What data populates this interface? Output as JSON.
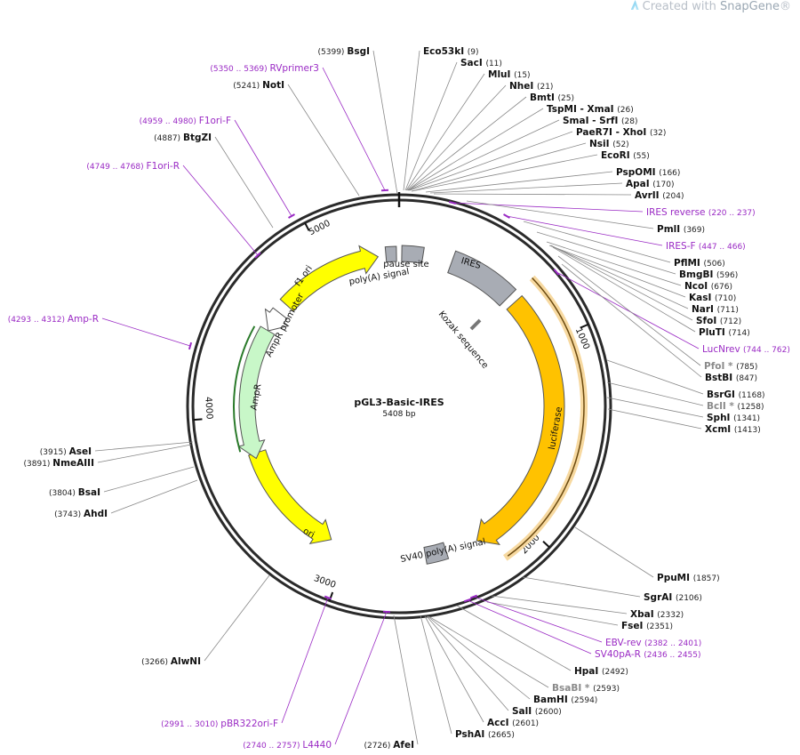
{
  "watermark": {
    "prefix": "Created with ",
    "brand": "SnapGene",
    "reg": "®"
  },
  "plasmid": {
    "name": "pGL3-Basic-IRES",
    "size_label": "5408 bp",
    "length": 5408
  },
  "ticks": [
    "1000",
    "2000",
    "3000",
    "4000",
    "5000"
  ],
  "colors": {
    "yellow": "#ffff00",
    "orange": "#ffc200",
    "gray": "#a8acb4",
    "ampr": "#c8f7c8",
    "white": "#ffffff",
    "primer": "#9a2ac4",
    "site": "#111111",
    "ring": "#2a2a2a"
  },
  "features": [
    {
      "label": "IRES",
      "color": "gray"
    },
    {
      "label": "luciferase",
      "color": "orange"
    },
    {
      "label": "SV40 poly(A) signal",
      "color": "gray"
    },
    {
      "label": "ori",
      "color": "yellow"
    },
    {
      "label": "AmpR",
      "color": "ampr"
    },
    {
      "label": "AmpR promoter",
      "color": "white"
    },
    {
      "label": "f1 ori",
      "color": "yellow"
    },
    {
      "label": "poly(A) signal",
      "color": "gray"
    },
    {
      "label": "pause site",
      "color": "gray"
    },
    {
      "label": "Kozak sequence",
      "color": "white"
    }
  ],
  "labels": [
    {
      "n": "BsgI",
      "p": "(5399)",
      "type": "site"
    },
    {
      "n": "RVprimer3",
      "p": "(5350 .. 5369)",
      "type": "primer"
    },
    {
      "n": "NotI",
      "p": "(5241)",
      "type": "site"
    },
    {
      "n": "F1ori-F",
      "p": "(4959 .. 4980)",
      "type": "primer"
    },
    {
      "n": "BtgZI",
      "p": "(4887)",
      "type": "site"
    },
    {
      "n": "F1ori-R",
      "p": "(4749 .. 4768)",
      "type": "primer"
    },
    {
      "n": "Amp-R",
      "p": "(4293 .. 4312)",
      "type": "primer"
    },
    {
      "n": "AseI",
      "p": "(3915)",
      "type": "site"
    },
    {
      "n": "NmeAIII",
      "p": "(3891)",
      "type": "site"
    },
    {
      "n": "BsaI",
      "p": "(3804)",
      "type": "site"
    },
    {
      "n": "AhdI",
      "p": "(3743)",
      "type": "site"
    },
    {
      "n": "AlwNI",
      "p": "(3266)",
      "type": "site"
    },
    {
      "n": "pBR322ori-F",
      "p": "(2991 .. 3010)",
      "type": "primer"
    },
    {
      "n": "L4440",
      "p": "(2740 .. 2757)",
      "type": "primer"
    },
    {
      "n": "AfeI",
      "p": "(2726)",
      "type": "site"
    },
    {
      "n": "Eco53kI",
      "p": "(9)",
      "type": "site"
    },
    {
      "n": "SacI",
      "p": "(11)",
      "type": "site"
    },
    {
      "n": "MluI",
      "p": "(15)",
      "type": "site"
    },
    {
      "n": "NheI",
      "p": "(21)",
      "type": "site"
    },
    {
      "n": "BmtI",
      "p": "(25)",
      "type": "site"
    },
    {
      "n": "TspMI - XmaI",
      "p": "(26)",
      "type": "site"
    },
    {
      "n": "SmaI - SrfI",
      "p": "(28)",
      "type": "site"
    },
    {
      "n": "PaeR7I - XhoI",
      "p": "(32)",
      "type": "site"
    },
    {
      "n": "NsiI",
      "p": "(52)",
      "type": "site"
    },
    {
      "n": "EcoRI",
      "p": "(55)",
      "type": "site"
    },
    {
      "n": "PspOMI",
      "p": "(166)",
      "type": "site"
    },
    {
      "n": "ApaI",
      "p": "(170)",
      "type": "site"
    },
    {
      "n": "AvrII",
      "p": "(204)",
      "type": "site"
    },
    {
      "n": "IRES reverse",
      "p": "(220 .. 237)",
      "type": "primer"
    },
    {
      "n": "PmlI",
      "p": "(369)",
      "type": "site"
    },
    {
      "n": "IRES-F",
      "p": "(447 .. 466)",
      "type": "primer"
    },
    {
      "n": "PflMI",
      "p": "(506)",
      "type": "site"
    },
    {
      "n": "BmgBI",
      "p": "(596)",
      "type": "site"
    },
    {
      "n": "NcoI",
      "p": "(676)",
      "type": "site"
    },
    {
      "n": "KasI",
      "p": "(710)",
      "type": "site"
    },
    {
      "n": "NarI",
      "p": "(711)",
      "type": "site"
    },
    {
      "n": "SfoI",
      "p": "(712)",
      "type": "site"
    },
    {
      "n": "PluTI",
      "p": "(714)",
      "type": "site"
    },
    {
      "n": "LucNrev",
      "p": "(744 .. 762)",
      "type": "primer"
    },
    {
      "n": "PfoI *",
      "p": "(785)",
      "type": "gray"
    },
    {
      "n": "BstBI",
      "p": "(847)",
      "type": "site"
    },
    {
      "n": "BsrGI",
      "p": "(1168)",
      "type": "site"
    },
    {
      "n": "BclI *",
      "p": "(1258)",
      "type": "gray"
    },
    {
      "n": "SphI",
      "p": "(1341)",
      "type": "site"
    },
    {
      "n": "XcmI",
      "p": "(1413)",
      "type": "site"
    },
    {
      "n": "PpuMI",
      "p": "(1857)",
      "type": "site"
    },
    {
      "n": "SgrAI",
      "p": "(2106)",
      "type": "site"
    },
    {
      "n": "XbaI",
      "p": "(2332)",
      "type": "site"
    },
    {
      "n": "FseI",
      "p": "(2351)",
      "type": "site"
    },
    {
      "n": "EBV-rev",
      "p": "(2382 .. 2401)",
      "type": "primer"
    },
    {
      "n": "SV40pA-R",
      "p": "(2436 .. 2455)",
      "type": "primer"
    },
    {
      "n": "HpaI",
      "p": "(2492)",
      "type": "site"
    },
    {
      "n": "BsaBI *",
      "p": "(2593)",
      "type": "gray"
    },
    {
      "n": "BamHI",
      "p": "(2594)",
      "type": "site"
    },
    {
      "n": "SalI",
      "p": "(2600)",
      "type": "site"
    },
    {
      "n": "AccI",
      "p": "(2601)",
      "type": "site"
    },
    {
      "n": "PshAI",
      "p": "(2665)",
      "type": "site"
    }
  ]
}
